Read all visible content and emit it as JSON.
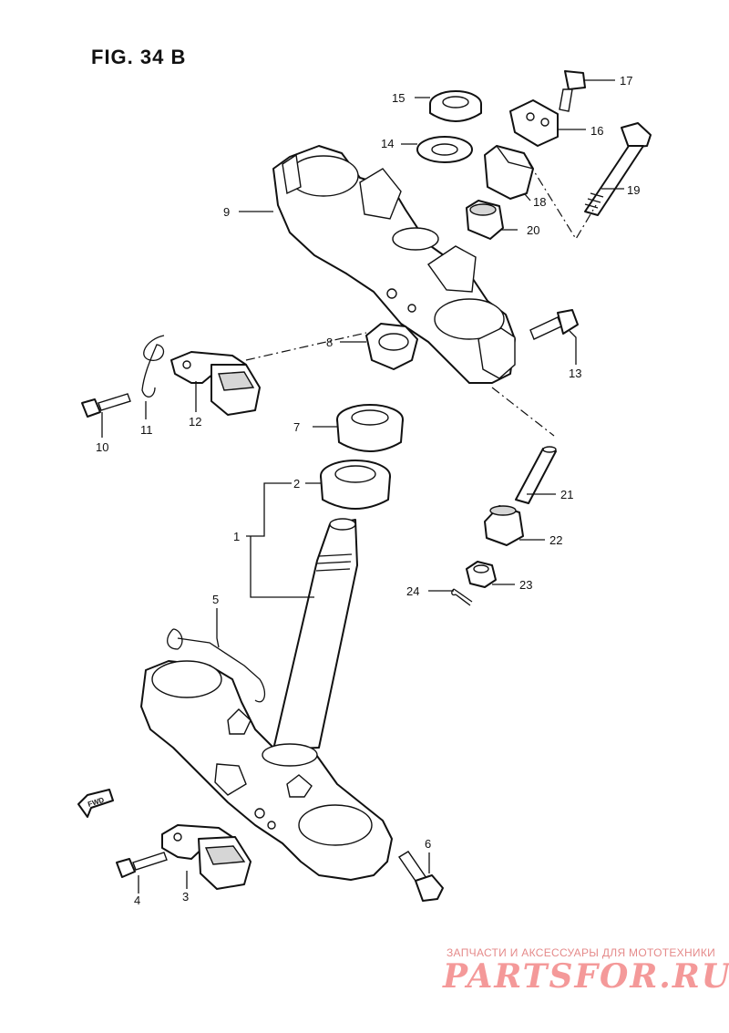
{
  "figure": {
    "title": "FIG. 34 B"
  },
  "callouts": [
    {
      "id": "1",
      "label": "1"
    },
    {
      "id": "2",
      "label": "2"
    },
    {
      "id": "3",
      "label": "3"
    },
    {
      "id": "4",
      "label": "4"
    },
    {
      "id": "5",
      "label": "5"
    },
    {
      "id": "6",
      "label": "6"
    },
    {
      "id": "7",
      "label": "7"
    },
    {
      "id": "8",
      "label": "8"
    },
    {
      "id": "9",
      "label": "9"
    },
    {
      "id": "10",
      "label": "10"
    },
    {
      "id": "11",
      "label": "11"
    },
    {
      "id": "12",
      "label": "12"
    },
    {
      "id": "13",
      "label": "13"
    },
    {
      "id": "14",
      "label": "14"
    },
    {
      "id": "15",
      "label": "15"
    },
    {
      "id": "16",
      "label": "16"
    },
    {
      "id": "17",
      "label": "17"
    },
    {
      "id": "18",
      "label": "18"
    },
    {
      "id": "19",
      "label": "19"
    },
    {
      "id": "20",
      "label": "20"
    },
    {
      "id": "21",
      "label": "21"
    },
    {
      "id": "22",
      "label": "22"
    },
    {
      "id": "23",
      "label": "23"
    },
    {
      "id": "24",
      "label": "24"
    }
  ],
  "direction_marker": {
    "label": "FWD"
  },
  "watermark": {
    "caption": "ЗАПЧАСТИ И АКСЕССУАРЫ ДЛЯ МОТОТЕХНИКИ",
    "brand": "PARTSFOR.RU"
  }
}
